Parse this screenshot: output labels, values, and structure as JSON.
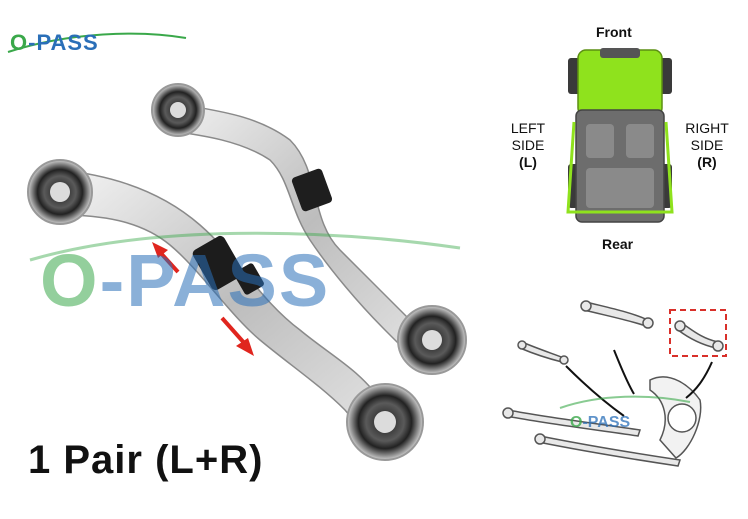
{
  "branding": {
    "logo_o": "O",
    "logo_rest": "-PASS",
    "watermark_o": "O",
    "watermark_rest": "-PASS",
    "diagram_watermark_o": "O",
    "diagram_watermark_rest": "-PASS"
  },
  "caption": "1 Pair (L+R)",
  "orientation": {
    "front": "Front",
    "rear": "Rear",
    "left_line1": "LEFT",
    "left_line2": "SIDE",
    "left_line3": "(L)",
    "right_line1": "RIGHT",
    "right_line2": "SIDE",
    "right_line3": "(R)"
  },
  "colors": {
    "brand_blue": "#2a6fb8",
    "brand_green": "#3aa84a",
    "vehicle_green": "#8fe21d",
    "arrow_red": "#e0251e",
    "highlight_box": "#d9302a"
  }
}
